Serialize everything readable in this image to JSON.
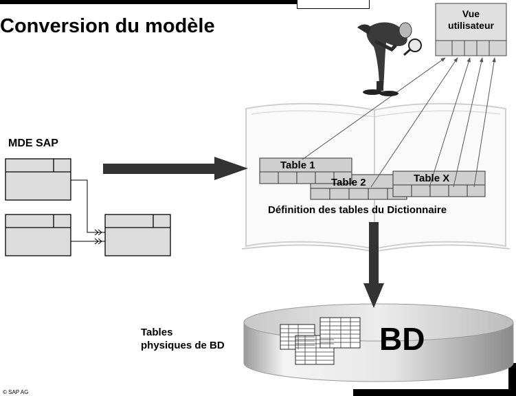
{
  "title": "Conversion du modèle",
  "mde": {
    "label": "MDE SAP"
  },
  "user_view": {
    "label_line1": "Vue",
    "label_line2": "utilisateur"
  },
  "dictionary": {
    "tables": [
      "Table 1",
      "Table 2",
      "Table X"
    ],
    "caption": "Définition des tables du Dictionnaire"
  },
  "database": {
    "label_line1": "Tables",
    "label_line2": "physiques de BD",
    "name": "BD"
  },
  "footer": {
    "copyright": "© SAP AG"
  }
}
